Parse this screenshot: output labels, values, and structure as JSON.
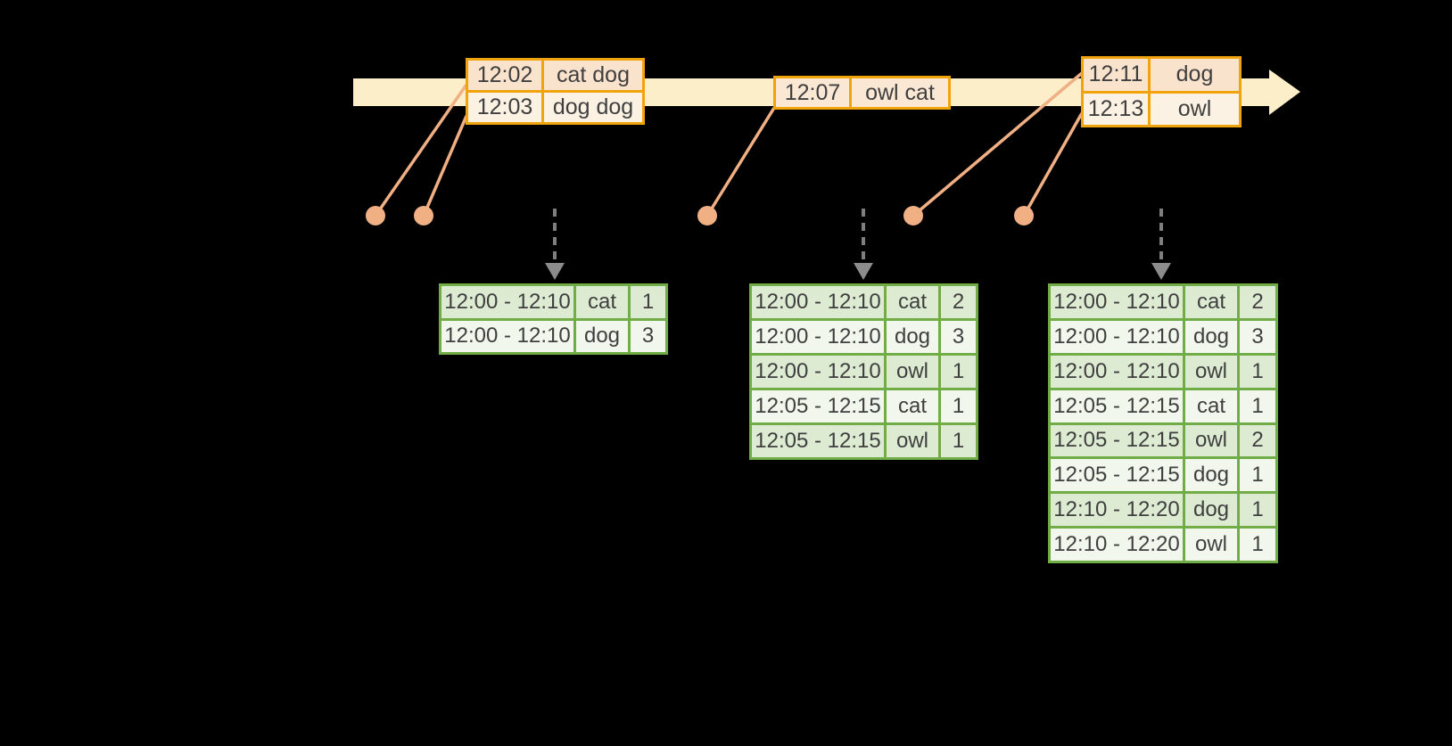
{
  "colors": {
    "background": "#000000",
    "timeline_fill": "#fbeec9",
    "orange_border": "#f0a30a",
    "orange_row_dark": "#fae3cc",
    "orange_row_light": "#fcf2e4",
    "orange_row_mid": "#fbe8d4",
    "connector_orange": "#f1af84",
    "green_border": "#70ad47",
    "green_row_dark": "#ddebd2",
    "green_row_light": "#f1f7ec",
    "text": "#3f3f3f",
    "trigger_arrow_gray": "#7f7f7f"
  },
  "icons": {
    "timeline_arrow": "right-arrow",
    "event_marker": "dot",
    "trigger_arrow": "dashed-down-arrow"
  },
  "event_tables": [
    {
      "rows": [
        [
          "12:02",
          "cat dog"
        ],
        [
          "12:03",
          "dog dog"
        ]
      ]
    },
    {
      "rows": [
        [
          "12:07",
          "owl cat"
        ]
      ]
    },
    {
      "rows": [
        [
          "12:11",
          "dog"
        ],
        [
          "12:13",
          "owl"
        ]
      ]
    }
  ],
  "result_tables": [
    {
      "rows": [
        [
          "12:00 - 12:10",
          "cat",
          "1"
        ],
        [
          "12:00 - 12:10",
          "dog",
          "3"
        ]
      ]
    },
    {
      "rows": [
        [
          "12:00 - 12:10",
          "cat",
          "2"
        ],
        [
          "12:00 - 12:10",
          "dog",
          "3"
        ],
        [
          "12:00 - 12:10",
          "owl",
          "1"
        ],
        [
          "12:05 - 12:15",
          "cat",
          "1"
        ],
        [
          "12:05 - 12:15",
          "owl",
          "1"
        ]
      ]
    },
    {
      "rows": [
        [
          "12:00 - 12:10",
          "cat",
          "2"
        ],
        [
          "12:00 - 12:10",
          "dog",
          "3"
        ],
        [
          "12:00 - 12:10",
          "owl",
          "1"
        ],
        [
          "12:05 - 12:15",
          "cat",
          "1"
        ],
        [
          "12:05 - 12:15",
          "owl",
          "2"
        ],
        [
          "12:05 - 12:15",
          "dog",
          "1"
        ],
        [
          "12:10 - 12:20",
          "dog",
          "1"
        ],
        [
          "12:10 - 12:20",
          "owl",
          "1"
        ]
      ]
    }
  ]
}
